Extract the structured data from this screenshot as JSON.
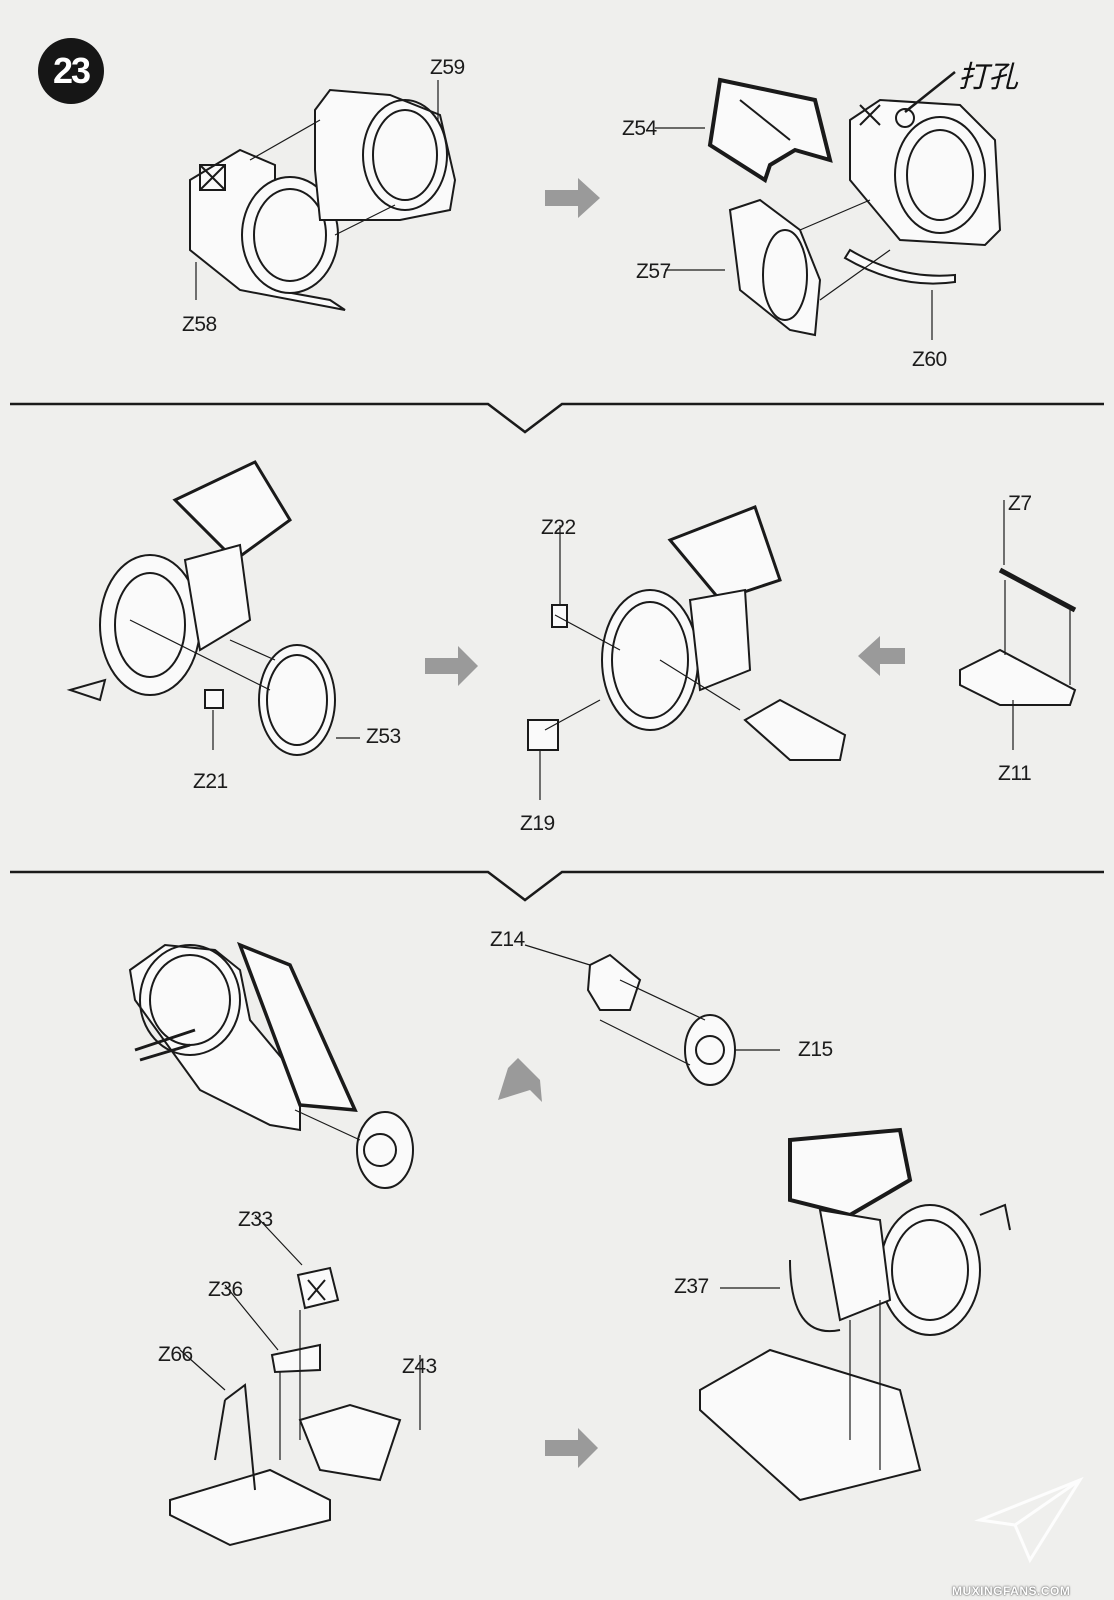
{
  "step_number": "23",
  "handwritten_note": "打孔",
  "watermark": "MUXINGFANS.COM",
  "colors": {
    "line": "#1a1a1a",
    "arrow": "#9a9a9a",
    "background": "#efefed"
  },
  "panels": [
    {
      "labels": [
        "Z59",
        "Z58",
        "Z54",
        "Z57",
        "Z60"
      ]
    },
    {
      "labels": [
        "Z22",
        "Z7",
        "Z53",
        "Z21",
        "Z19",
        "Z11"
      ]
    },
    {
      "labels": [
        "Z14",
        "Z15",
        "Z33",
        "Z36",
        "Z66",
        "Z43",
        "Z37"
      ]
    }
  ]
}
